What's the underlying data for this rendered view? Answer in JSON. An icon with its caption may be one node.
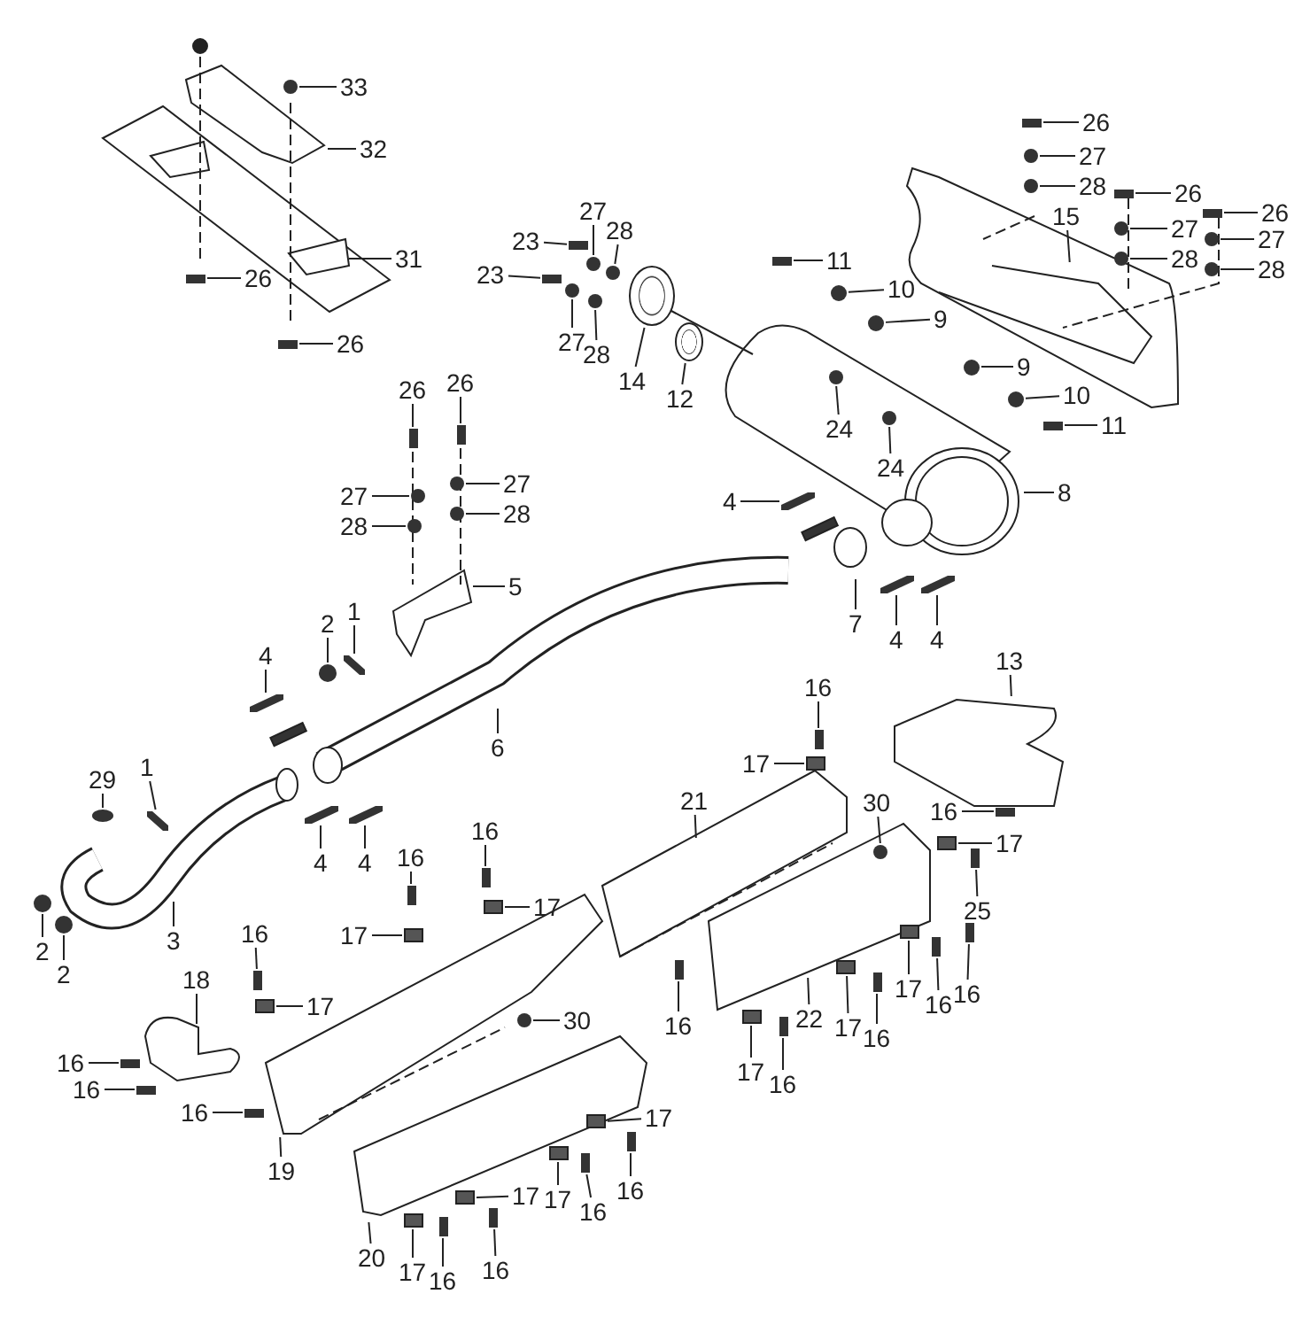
{
  "diagram": {
    "nodes": [
      {
        "text": [
          "33"
        ]
      },
      {
        "text": [
          "26"
        ]
      },
      {
        "text": [
          "32"
        ]
      },
      {
        "text": [
          "27"
        ]
      },
      {
        "text": [
          "28"
        ]
      },
      {
        "text": [
          "26"
        ]
      },
      {
        "text": [
          "26"
        ]
      },
      {
        "text": [
          "27"
        ]
      },
      {
        "text": [
          "15"
        ]
      },
      {
        "text": [
          "27"
        ]
      },
      {
        "text": [
          "28"
        ]
      },
      {
        "text": [
          "27"
        ]
      },
      {
        "text": [
          "23"
        ]
      },
      {
        "text": [
          "31"
        ]
      },
      {
        "text": [
          "28"
        ]
      },
      {
        "text": [
          "11"
        ]
      },
      {
        "text": [
          "28"
        ]
      },
      {
        "text": [
          "23"
        ]
      },
      {
        "text": [
          "26"
        ]
      },
      {
        "text": [
          "10"
        ]
      },
      {
        "text": [
          "9"
        ]
      },
      {
        "text": [
          "27"
        ]
      },
      {
        "text": [
          "26"
        ]
      },
      {
        "text": [
          "28"
        ]
      },
      {
        "text": [
          "14"
        ]
      },
      {
        "text": [
          "26"
        ]
      },
      {
        "text": [
          "26"
        ]
      },
      {
        "text": [
          "12"
        ]
      },
      {
        "text": [
          "9"
        ]
      },
      {
        "text": [
          "10"
        ]
      },
      {
        "text": [
          "11"
        ]
      },
      {
        "text": [
          "24"
        ]
      },
      {
        "text": [
          "24"
        ]
      },
      {
        "text": [
          "27"
        ]
      },
      {
        "text": [
          "8"
        ]
      },
      {
        "text": [
          "27"
        ]
      },
      {
        "text": [
          "4"
        ]
      },
      {
        "text": [
          "28"
        ]
      },
      {
        "text": [
          "28"
        ]
      },
      {
        "text": [
          "5"
        ]
      },
      {
        "text": [
          "1"
        ]
      },
      {
        "text": [
          "7"
        ]
      },
      {
        "text": [
          "2"
        ]
      },
      {
        "text": [
          "4"
        ]
      },
      {
        "text": [
          "4"
        ]
      },
      {
        "text": [
          "4"
        ]
      },
      {
        "text": [
          "13"
        ]
      },
      {
        "text": [
          "16"
        ]
      },
      {
        "text": [
          "6"
        ]
      },
      {
        "text": [
          "17"
        ]
      },
      {
        "text": [
          "1"
        ]
      },
      {
        "text": [
          "29"
        ]
      },
      {
        "text": [
          "21"
        ]
      },
      {
        "text": [
          "30"
        ]
      },
      {
        "text": [
          "16"
        ]
      },
      {
        "text": [
          "16"
        ]
      },
      {
        "text": [
          "17"
        ]
      },
      {
        "text": [
          "16"
        ]
      },
      {
        "text": [
          "4"
        ]
      },
      {
        "text": [
          "4"
        ]
      },
      {
        "text": [
          "17"
        ]
      },
      {
        "text": [
          "25"
        ]
      },
      {
        "text": [
          "17"
        ]
      },
      {
        "text": [
          "16"
        ]
      },
      {
        "text": [
          "3"
        ]
      },
      {
        "text": [
          "2"
        ]
      },
      {
        "text": [
          "2"
        ]
      },
      {
        "text": [
          "18"
        ]
      },
      {
        "text": [
          "16"
        ]
      },
      {
        "text": [
          "17"
        ]
      },
      {
        "text": [
          "16"
        ]
      },
      {
        "text": [
          "17"
        ]
      },
      {
        "text": [
          "22"
        ]
      },
      {
        "text": [
          "30"
        ]
      },
      {
        "text": [
          "16"
        ]
      },
      {
        "text": [
          "17"
        ]
      },
      {
        "text": [
          "16"
        ]
      },
      {
        "text": [
          "16"
        ]
      },
      {
        "text": [
          "17"
        ]
      },
      {
        "text": [
          "16"
        ]
      },
      {
        "text": [
          "16"
        ]
      },
      {
        "text": [
          "16"
        ]
      },
      {
        "text": [
          "17"
        ]
      },
      {
        "text": [
          "19"
        ]
      },
      {
        "text": [
          "16"
        ]
      },
      {
        "text": [
          "17"
        ]
      },
      {
        "text": [
          "16"
        ]
      },
      {
        "text": [
          "17"
        ]
      },
      {
        "text": [
          "20"
        ]
      },
      {
        "text": [
          "17"
        ]
      },
      {
        "text": [
          "16"
        ]
      },
      {
        "text": [
          "16"
        ]
      },
      {
        "text": [],
        "shape": "circle"
      },
      {
        "text": [],
        "shape": "bar"
      },
      {
        "text": [],
        "shape": "circle"
      },
      {
        "text": [],
        "shape": "circle"
      },
      {
        "text": [],
        "shape": "bar"
      },
      {
        "text": [],
        "shape": "bar"
      },
      {
        "text": [],
        "shape": "circle"
      },
      {
        "text": [],
        "shape": "circle"
      },
      {
        "text": [],
        "shape": "circle"
      },
      {
        "text": [],
        "shape": "circle"
      },
      {
        "text": [],
        "shape": "bar"
      },
      {
        "text": [],
        "shape": "circle"
      },
      {
        "text": [],
        "shape": "bar"
      },
      {
        "text": [],
        "shape": "circle"
      },
      {
        "text": [],
        "shape": "bar"
      },
      {
        "text": [],
        "shape": "bar"
      },
      {
        "text": [],
        "shape": "circle"
      },
      {
        "text": [],
        "shape": "circle"
      },
      {
        "text": [],
        "shape": "circle"
      },
      {
        "text": [],
        "shape": "bar"
      },
      {
        "text": [],
        "shape": "circle"
      },
      {
        "text": [],
        "shape": "bar"
      },
      {
        "text": [],
        "shape": "bar"
      },
      {
        "text": [],
        "shape": "circle"
      },
      {
        "text": [],
        "shape": "circle"
      },
      {
        "text": [],
        "shape": "bar"
      },
      {
        "text": [],
        "shape": "circle"
      },
      {
        "text": [],
        "shape": "circle"
      },
      {
        "text": [],
        "shape": "circle"
      },
      {
        "text": [],
        "shape": "circle"
      },
      {
        "text": [],
        "shape": "bar"
      },
      {
        "text": [],
        "shape": "circle"
      },
      {
        "text": [],
        "shape": "circle"
      },
      {
        "text": [],
        "shape": "bar"
      },
      {
        "text": [],
        "shape": "circle"
      },
      {
        "text": [],
        "shape": "bar"
      },
      {
        "text": [],
        "shape": "bar"
      },
      {
        "text": [],
        "shape": "bar"
      },
      {
        "text": [],
        "shape": "bar"
      },
      {
        "text": [],
        "shape": "box"
      },
      {
        "text": [],
        "shape": "bar"
      },
      {
        "text": [],
        "shape": "circle"
      },
      {
        "text": [],
        "shape": "circle"
      },
      {
        "text": [],
        "shape": "bar"
      },
      {
        "text": [],
        "shape": "bar"
      },
      {
        "text": [],
        "shape": "box"
      },
      {
        "text": [],
        "shape": "bar"
      },
      {
        "text": [],
        "shape": "bar"
      },
      {
        "text": [],
        "shape": "bar"
      },
      {
        "text": [],
        "shape": "box"
      },
      {
        "text": [],
        "shape": "bar"
      },
      {
        "text": [],
        "shape": "box"
      },
      {
        "text": [],
        "shape": "bar"
      },
      {
        "text": [],
        "shape": "circle"
      },
      {
        "text": [],
        "shape": "circle"
      },
      {
        "text": [],
        "shape": "bar"
      },
      {
        "text": [],
        "shape": "box"
      },
      {
        "text": [],
        "shape": "bar"
      },
      {
        "text": [],
        "shape": "box"
      },
      {
        "text": [],
        "shape": "circle"
      },
      {
        "text": [],
        "shape": "bar"
      },
      {
        "text": [],
        "shape": "box"
      },
      {
        "text": [],
        "shape": "bar"
      },
      {
        "text": [],
        "shape": "bar"
      },
      {
        "text": [],
        "shape": "box"
      },
      {
        "text": [],
        "shape": "bar"
      },
      {
        "text": [],
        "shape": "bar"
      },
      {
        "text": [],
        "shape": "bar"
      },
      {
        "text": [],
        "shape": "box"
      },
      {
        "text": [],
        "shape": "bar"
      },
      {
        "text": [],
        "shape": "box"
      },
      {
        "text": [],
        "shape": "bar"
      },
      {
        "text": [],
        "shape": "box"
      },
      {
        "text": [],
        "shape": "box"
      },
      {
        "text": [],
        "shape": "bar"
      },
      {
        "text": [],
        "shape": "bar"
      },
      {
        "text": [],
        "shape": "circle"
      },
      {
        "text": [],
        "shape": "circle"
      }
    ],
    "edges": [
      {
        "from": 0,
        "to": 92,
        "arrow": "none"
      },
      {
        "from": 1,
        "to": 93,
        "arrow": "none"
      },
      {
        "from": 2,
        "to": null,
        "arrow": "none"
      },
      {
        "from": 3,
        "to": 94,
        "arrow": "none"
      },
      {
        "from": 4,
        "to": 95,
        "arrow": "none"
      },
      {
        "from": 5,
        "to": 96,
        "arrow": "none"
      },
      {
        "from": 6,
        "to": 97,
        "arrow": "none"
      },
      {
        "from": 7,
        "to": 98,
        "arrow": "none"
      },
      {
        "from": 8,
        "to": null,
        "arrow": "none"
      },
      {
        "from": 9,
        "to": 99,
        "arrow": "none"
      },
      {
        "from": 10,
        "to": 100,
        "arrow": "none"
      },
      {
        "from": 11,
        "to": 101,
        "arrow": "none"
      },
      {
        "from": 12,
        "to": 102,
        "arrow": "none"
      },
      {
        "from": 13,
        "to": null,
        "arrow": "none"
      },
      {
        "from": 14,
        "to": 103,
        "arrow": "none"
      },
      {
        "from": 15,
        "to": 104,
        "arrow": "none"
      },
      {
        "from": 16,
        "to": 105,
        "arrow": "none"
      },
      {
        "from": 17,
        "to": 106,
        "arrow": "none"
      },
      {
        "from": 18,
        "to": 107,
        "arrow": "none"
      },
      {
        "from": 19,
        "to": 108,
        "arrow": "none"
      },
      {
        "from": 20,
        "to": 109,
        "arrow": "none"
      },
      {
        "from": 21,
        "to": 110,
        "arrow": "none"
      },
      {
        "from": 22,
        "to": 111,
        "arrow": "none"
      },
      {
        "from": 23,
        "to": 112,
        "arrow": "none"
      },
      {
        "from": 24,
        "to": 168,
        "arrow": "none"
      },
      {
        "from": 25,
        "to": 113,
        "arrow": "none"
      },
      {
        "from": 26,
        "to": 114,
        "arrow": "none"
      },
      {
        "from": 27,
        "to": 169,
        "arrow": "none"
      },
      {
        "from": 28,
        "to": 115,
        "arrow": "none"
      },
      {
        "from": 29,
        "to": 116,
        "arrow": "none"
      },
      {
        "from": 30,
        "to": 117,
        "arrow": "none"
      },
      {
        "from": 31,
        "to": 118,
        "arrow": "none"
      },
      {
        "from": 32,
        "to": 119,
        "arrow": "none"
      },
      {
        "from": 33,
        "to": 120,
        "arrow": "none"
      },
      {
        "from": 34,
        "to": null,
        "arrow": "none"
      },
      {
        "from": 35,
        "to": 121,
        "arrow": "none"
      },
      {
        "from": 36,
        "to": 122,
        "arrow": "none"
      },
      {
        "from": 37,
        "to": 123,
        "arrow": "none"
      },
      {
        "from": 38,
        "to": 124,
        "arrow": "none"
      },
      {
        "from": 39,
        "to": null,
        "arrow": "none"
      },
      {
        "from": 40,
        "to": 125,
        "arrow": "none"
      },
      {
        "from": 41,
        "to": null,
        "arrow": "none"
      },
      {
        "from": 42,
        "to": 126,
        "arrow": "none"
      },
      {
        "from": 43,
        "to": 127,
        "arrow": "none"
      },
      {
        "from": 44,
        "to": 128,
        "arrow": "none"
      },
      {
        "from": 45,
        "to": 129,
        "arrow": "none"
      },
      {
        "from": 46,
        "to": null,
        "arrow": "none"
      },
      {
        "from": 47,
        "to": 130,
        "arrow": "none"
      },
      {
        "from": 48,
        "to": null,
        "arrow": "none"
      },
      {
        "from": 49,
        "to": 131,
        "arrow": "none"
      },
      {
        "from": 50,
        "to": 132,
        "arrow": "none"
      },
      {
        "from": 51,
        "to": 133,
        "arrow": "none"
      },
      {
        "from": 52,
        "to": null,
        "arrow": "none"
      },
      {
        "from": 53,
        "to": 134,
        "arrow": "none"
      },
      {
        "from": 54,
        "to": 135,
        "arrow": "none"
      },
      {
        "from": 55,
        "to": 136,
        "arrow": "none"
      },
      {
        "from": 56,
        "to": 137,
        "arrow": "none"
      },
      {
        "from": 57,
        "to": 138,
        "arrow": "none"
      },
      {
        "from": 58,
        "to": 139,
        "arrow": "none"
      },
      {
        "from": 59,
        "to": 140,
        "arrow": "none"
      },
      {
        "from": 60,
        "to": 141,
        "arrow": "none"
      },
      {
        "from": 61,
        "to": 142,
        "arrow": "none"
      },
      {
        "from": 62,
        "to": 143,
        "arrow": "none"
      },
      {
        "from": 63,
        "to": 144,
        "arrow": "none"
      },
      {
        "from": 64,
        "to": null,
        "arrow": "none"
      },
      {
        "from": 65,
        "to": 145,
        "arrow": "none"
      },
      {
        "from": 66,
        "to": 146,
        "arrow": "none"
      },
      {
        "from": 67,
        "to": null,
        "arrow": "none"
      },
      {
        "from": 68,
        "to": 147,
        "arrow": "none"
      },
      {
        "from": 69,
        "to": 148,
        "arrow": "none"
      },
      {
        "from": 70,
        "to": 149,
        "arrow": "none"
      },
      {
        "from": 71,
        "to": 150,
        "arrow": "none"
      },
      {
        "from": 72,
        "to": null,
        "arrow": "none"
      },
      {
        "from": 73,
        "to": 151,
        "arrow": "none"
      },
      {
        "from": 74,
        "to": 152,
        "arrow": "none"
      },
      {
        "from": 75,
        "to": 153,
        "arrow": "none"
      },
      {
        "from": 76,
        "to": 154,
        "arrow": "none"
      },
      {
        "from": 77,
        "to": 155,
        "arrow": "none"
      },
      {
        "from": 78,
        "to": 156,
        "arrow": "none"
      },
      {
        "from": 79,
        "to": 157,
        "arrow": "none"
      },
      {
        "from": 80,
        "to": 158,
        "arrow": "none"
      },
      {
        "from": 81,
        "to": 159,
        "arrow": "none"
      },
      {
        "from": 82,
        "to": 160,
        "arrow": "none"
      },
      {
        "from": 83,
        "to": null,
        "arrow": "none"
      },
      {
        "from": 84,
        "to": 161,
        "arrow": "none"
      },
      {
        "from": 85,
        "to": 162,
        "arrow": "none"
      },
      {
        "from": 86,
        "to": 163,
        "arrow": "none"
      },
      {
        "from": 87,
        "to": 164,
        "arrow": "none"
      },
      {
        "from": 88,
        "to": null,
        "arrow": "none"
      },
      {
        "from": 89,
        "to": 165,
        "arrow": "none"
      },
      {
        "from": 90,
        "to": 166,
        "arrow": "none"
      },
      {
        "from": 91,
        "to": 167,
        "arrow": "none"
      }
    ]
  }
}
